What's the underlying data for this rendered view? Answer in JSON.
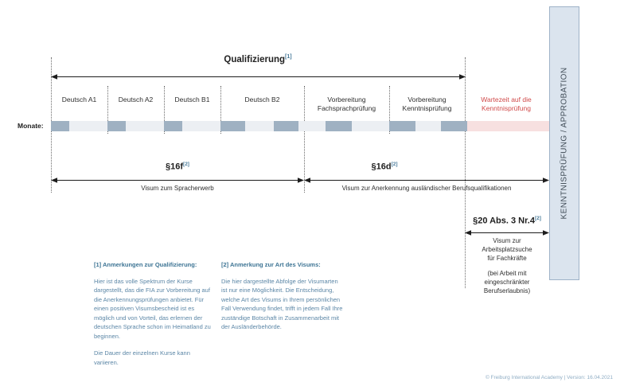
{
  "diagram": {
    "qualification": {
      "title": "Qualifizierung",
      "footnote_marker": "[1]"
    },
    "exam_box": {
      "label": "KENNTNISPRÜFUNG / APPROBATION"
    },
    "axis_label": "Monate:",
    "columns": [
      {
        "label": "Deutsch A1",
        "highlight": false
      },
      {
        "label": "Deutsch A2",
        "highlight": false
      },
      {
        "label": "Deutsch B1",
        "highlight": false
      },
      {
        "label": "Deutsch B2",
        "highlight": false
      },
      {
        "label": "Vorbereitung\nFachsprachprüfung",
        "highlight": false
      },
      {
        "label": "Vorbereitung\nKenntnisprüfung",
        "highlight": false
      },
      {
        "label": "Wartezeit auf die\nKenntnisprüfung",
        "highlight": true
      }
    ],
    "visa_sections": [
      {
        "title": "§16f",
        "footnote_marker": "[2]",
        "subtitle": "Visum zum Spracherwerb"
      },
      {
        "title": "§16d",
        "footnote_marker": "[2]",
        "subtitle": "Visum zur Anerkennung ausländischer Berufsqualifikationen"
      }
    ],
    "job_search_section": {
      "title": "§20 Abs. 3 Nr.4",
      "footnote_marker": "[2]",
      "subtitle_line1": "Visum zur",
      "subtitle_line2": "Arbeitsplatzsuche",
      "subtitle_line3": "für Fachkräfte",
      "subtitle_line4": "(bei Arbeit mit",
      "subtitle_line5": "eingeschränkter",
      "subtitle_line6": "Berufserlaubnis)"
    }
  },
  "notes": [
    {
      "heading": "[1] Anmerkungen zur Qualifizierung:",
      "paragraphs": [
        "Hier ist das volle Spektrum der Kurse dargestellt, das die FIA zur Vorbereitung auf die Anerkennungs­prüfungen anbietet. Für einen positiven Visums­bescheid ist es möglich und von Vorteil, das erlernen der deutschen Sprache schon im Heimatland zu beginnen.",
        "Die Dauer der einzelnen Kurse kann variieren."
      ]
    },
    {
      "heading": "[2] Anmerkung zur Art des Visums:",
      "paragraphs": [
        "Die hier dargestellte Abfolge der Visumarten ist nur eine Möglichkeit. Die Entscheidung, welche Art des Visums in Ihrem persönlichen Fall Verwendung findet, trifft in jedem Fall Ihre zuständige Botschaft in Zusammenarbeit mit der Ausländerbehörde."
      ]
    }
  ],
  "footer": {
    "text": "© Freiburg International Academy  |  Version: 16.04.2021"
  },
  "colors": {
    "bar_fill": "#9fb1c2",
    "bar_track": "#eceff3",
    "wait_fill": "#f7e0e0",
    "accent_red": "#d04a4a",
    "note_blue": "#5b86a6",
    "box_fill": "#dbe4ee"
  }
}
